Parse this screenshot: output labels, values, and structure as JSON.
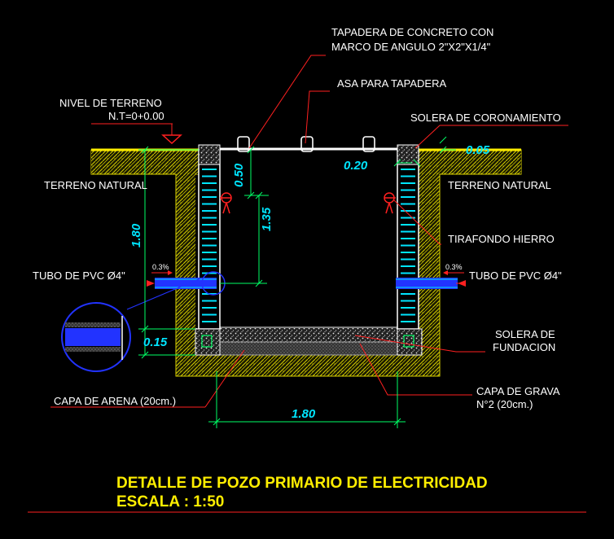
{
  "title": "DETALLE DE POZO PRIMARIO DE ELECTRICIDAD",
  "scale": "ESCALA :  1:50",
  "labels": {
    "tapadera_1": "TAPADERA DE CONCRETO CON",
    "tapadera_2": "MARCO DE ANGULO 2\"X2\"X1/4\"",
    "asa": "ASA PARA TAPADERA",
    "nivel_1": "NIVEL DE TERRENO",
    "nivel_2": "N.T=0+0.00",
    "solera_coronamiento": "SOLERA DE CORONAMIENTO",
    "terreno_left": "TERRENO NATURAL",
    "terreno_right": "TERRENO NATURAL",
    "tirafondo": "TIRAFONDO HIERRO",
    "tubo_left": "TUBO DE PVC Ø4\"",
    "tubo_right": "TUBO DE PVC Ø4\"",
    "solera_fund_1": "SOLERA DE",
    "solera_fund_2": "FUNDACION",
    "grava_1": "CAPA DE GRAVA",
    "grava_2": "N°2 (20cm.)",
    "arena": "CAPA DE ARENA (20cm.)"
  },
  "dimensions": {
    "d005": "0.05",
    "d020": "0.20",
    "d050": "0.50",
    "d135": "1.35",
    "d180v": "1.80",
    "d015": "0.15",
    "d180h": "1.80"
  },
  "slopes": {
    "left": "0.3%",
    "right": "0.3%"
  },
  "colors": {
    "soil": "#d8d000",
    "ground_line": "#ffee00",
    "leader": "#ff2020",
    "dimension": "#00e5ff",
    "concrete_dim": "#00ff66",
    "pipe": "#2233ff"
  }
}
